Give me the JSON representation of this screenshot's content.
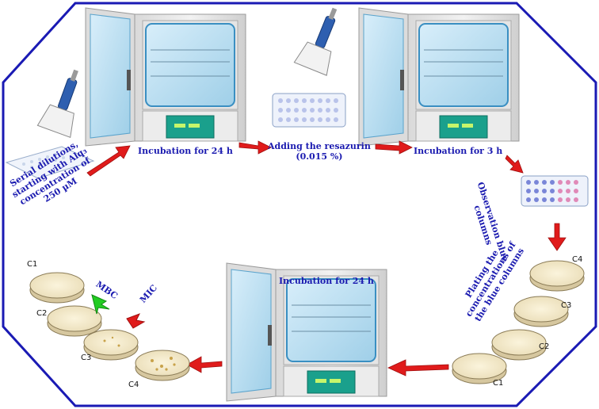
{
  "steps": {
    "serial_dilutions": [
      "Serial dilutions,",
      "starting with Alq₃",
      "concentration of",
      "250  µM"
    ],
    "incubation_24h_top": "Incubation for 24 h",
    "adding_resazurin": [
      "Adding the resazurin",
      "(0.015 %)"
    ],
    "incubation_3h": "Incubation for 3 h",
    "observation": [
      "Observation blue",
      "columns"
    ],
    "plating": [
      "Plating the",
      "concentrations of",
      "the blue columns"
    ],
    "incubation_24h_bottom": "Incubation for 24 h"
  },
  "dishes_right": [
    "C4",
    "C3",
    "C2",
    "C1"
  ],
  "dishes_left": [
    "C1",
    "C2",
    "C3",
    "C4"
  ],
  "markers": {
    "mbc": "MBC",
    "mic": "MIC"
  },
  "colors": {
    "border": "#1a1ab4",
    "arrow": "#e01b1b",
    "label": "#1b1bb0",
    "incubator": "#e9e9e9",
    "panel": "#1aa08c",
    "mbc": "#22cc22",
    "mic": "#e01b1b"
  },
  "icons": [
    "incubator-icon",
    "pipette-icon",
    "microplate-icon",
    "petri-dish-icon",
    "arrow-icon"
  ]
}
